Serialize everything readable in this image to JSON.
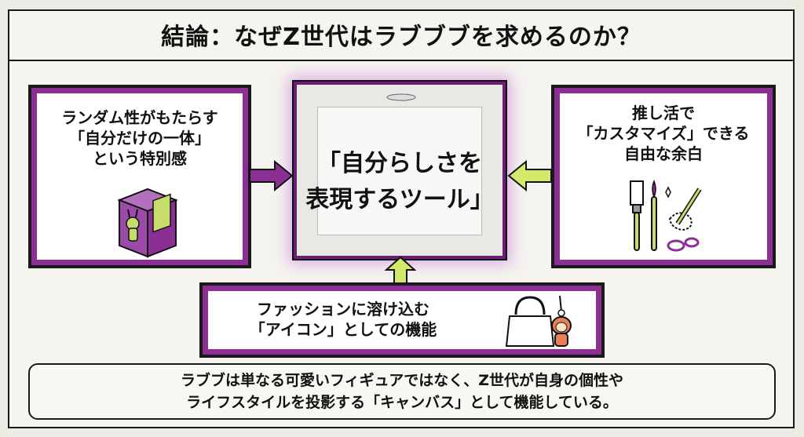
{
  "title": "結論：なぜZ世代はラブブブを求めるのか？",
  "center": {
    "text": "「自分らしさを\n表現するツール」"
  },
  "left_box": {
    "text": "ランダム性がもたらす\n「自分だけの一体」\nという特別感",
    "icon": "blind-box-icon"
  },
  "right_box": {
    "text": "推し活で\n「カスタマイズ」できる\n自由な余白",
    "icon": "craft-tools-icon"
  },
  "bottom_box": {
    "text": "ファッションに溶け込む\n「アイコン」としての機能",
    "icon": "handbag-charm-icon"
  },
  "summary": {
    "text": "ラブブは単なる可愛いフィギュアではなく、Z世代が自身の個性や\nライフスタイルを投影する「キャンバス」として機能している。"
  },
  "colors": {
    "accent": "#8b2f94",
    "arrow_purple": "#8b2f94",
    "arrow_green": "#d4e86a",
    "icon_green": "#c7dd6b"
  }
}
